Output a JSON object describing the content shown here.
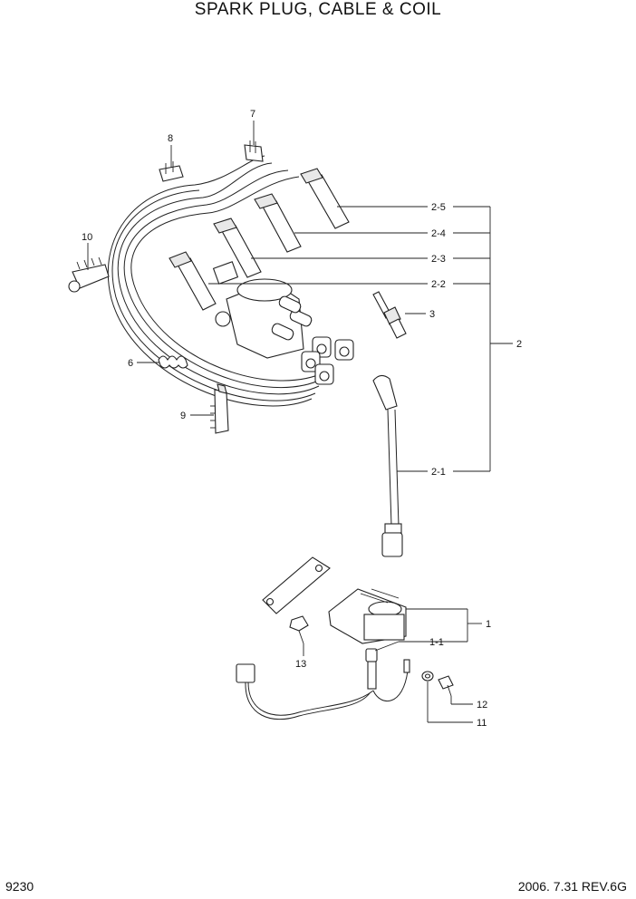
{
  "title": "SPARK PLUG, CABLE & COIL",
  "footer": {
    "page": "9230",
    "revision": "2006. 7.31  REV.6G"
  },
  "callouts": {
    "c1": "1",
    "c1_1": "1-1",
    "c2": "2",
    "c2_1": "2-1",
    "c2_2": "2-2",
    "c2_3": "2-3",
    "c2_4": "2-4",
    "c2_5": "2-5",
    "c3": "3",
    "c6": "6",
    "c7": "7",
    "c8": "8",
    "c9": "9",
    "c10": "10",
    "c11": "11",
    "c12": "12",
    "c13": "13"
  }
}
